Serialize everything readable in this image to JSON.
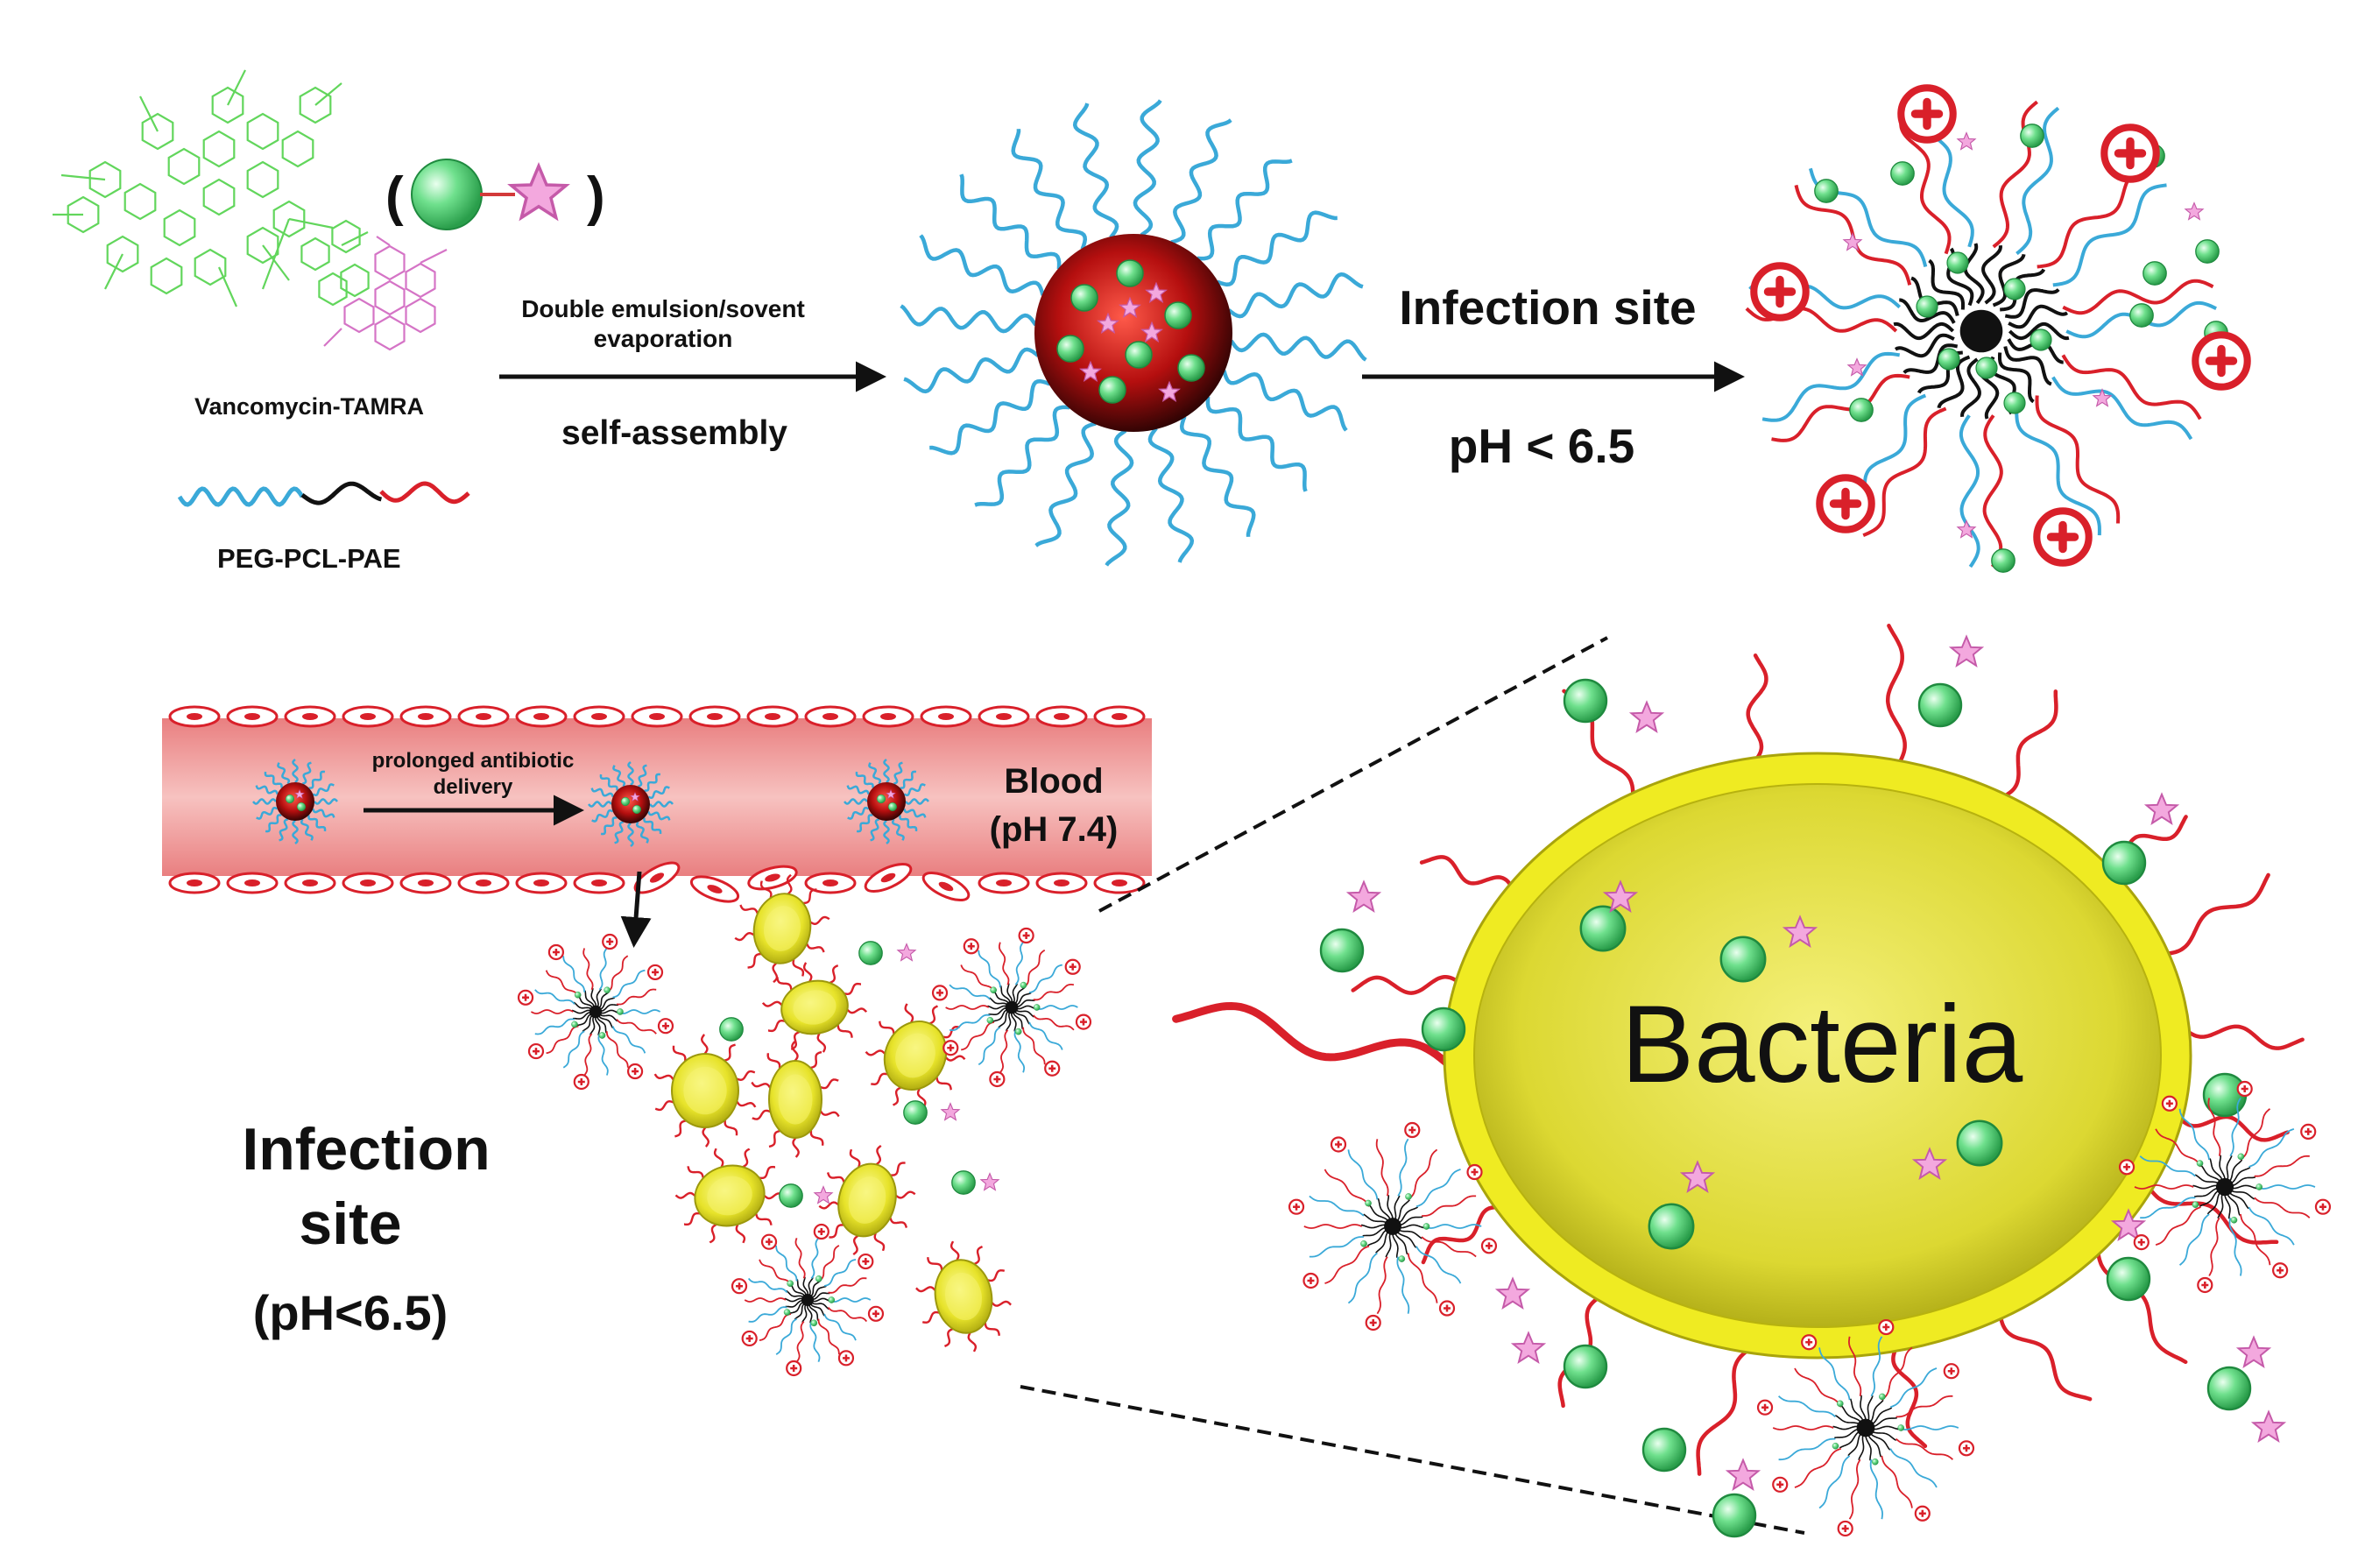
{
  "top_row": {
    "compound_label": "Vancomycin-TAMRA",
    "copolymer_label": "PEG-PCL-PAE",
    "paren_open": "(",
    "paren_close": ")",
    "step1_line1": "Double emulsion/sovent",
    "step1_line2": "evaporation",
    "step1_below": "self-assembly",
    "step2_above": "Infection site",
    "step2_below": "pH < 6.5"
  },
  "bottom_row": {
    "vessel_line1": "prolonged antibiotic",
    "vessel_line2": "delivery",
    "blood_line1": "Blood",
    "blood_line2": "(pH 7.4)",
    "site_line1": "Infection",
    "site_line2": "site",
    "site_line3": "(pH<6.5)",
    "bacteria_label": "Bacteria"
  },
  "colors": {
    "peg": "#3aa9d8",
    "pcl": "#111111",
    "pae": "#d9202a",
    "drug_green": "#4cd070",
    "tamra_pink": "#e27ac8",
    "core_red": "#a50d0d",
    "vessel_fill": "#f2a5a5",
    "cell_yellow": "#eded1c",
    "plus_red": "#d9202a"
  },
  "icons": {
    "positive_charge": "plus-circle-icon",
    "drug": "green-sphere-icon",
    "dye": "pink-star-icon",
    "arrow": "right-arrow-icon"
  }
}
